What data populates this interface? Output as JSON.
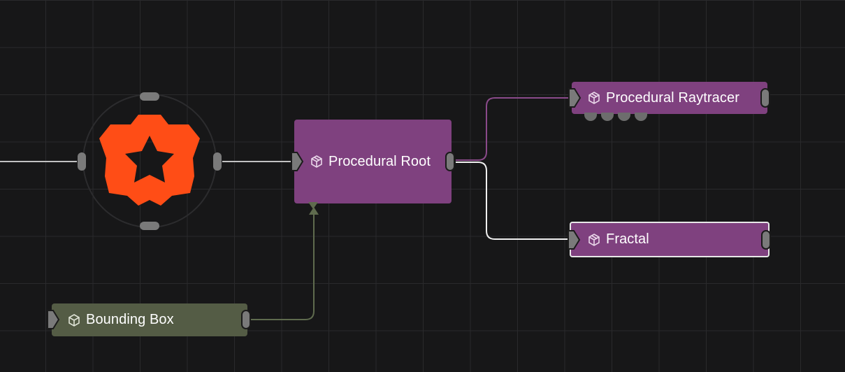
{
  "nodes": {
    "procedural_root": {
      "label": "Procedural Root",
      "icon": "cube-icon",
      "color": "#7f417f"
    },
    "procedural_raytracer": {
      "label": "Procedural Raytracer",
      "icon": "cube-icon",
      "color": "#7f417f"
    },
    "fractal": {
      "label": "Fractal",
      "icon": "cube-icon",
      "color": "#7f417f",
      "selected": true
    },
    "bounding_box": {
      "label": "Bounding Box",
      "icon": "cube-outline-icon",
      "color": "#545c45"
    }
  },
  "transform_gizmo": {
    "icon": "star-gear-icon",
    "color": "#ff4d16"
  },
  "colors": {
    "background": "#171718",
    "grid": "#2a2a2c",
    "wire_default": "#c8c8c8",
    "wire_purple": "#8a4a8a",
    "wire_olive": "#5f6b4e",
    "accent": "#ff4d16"
  }
}
